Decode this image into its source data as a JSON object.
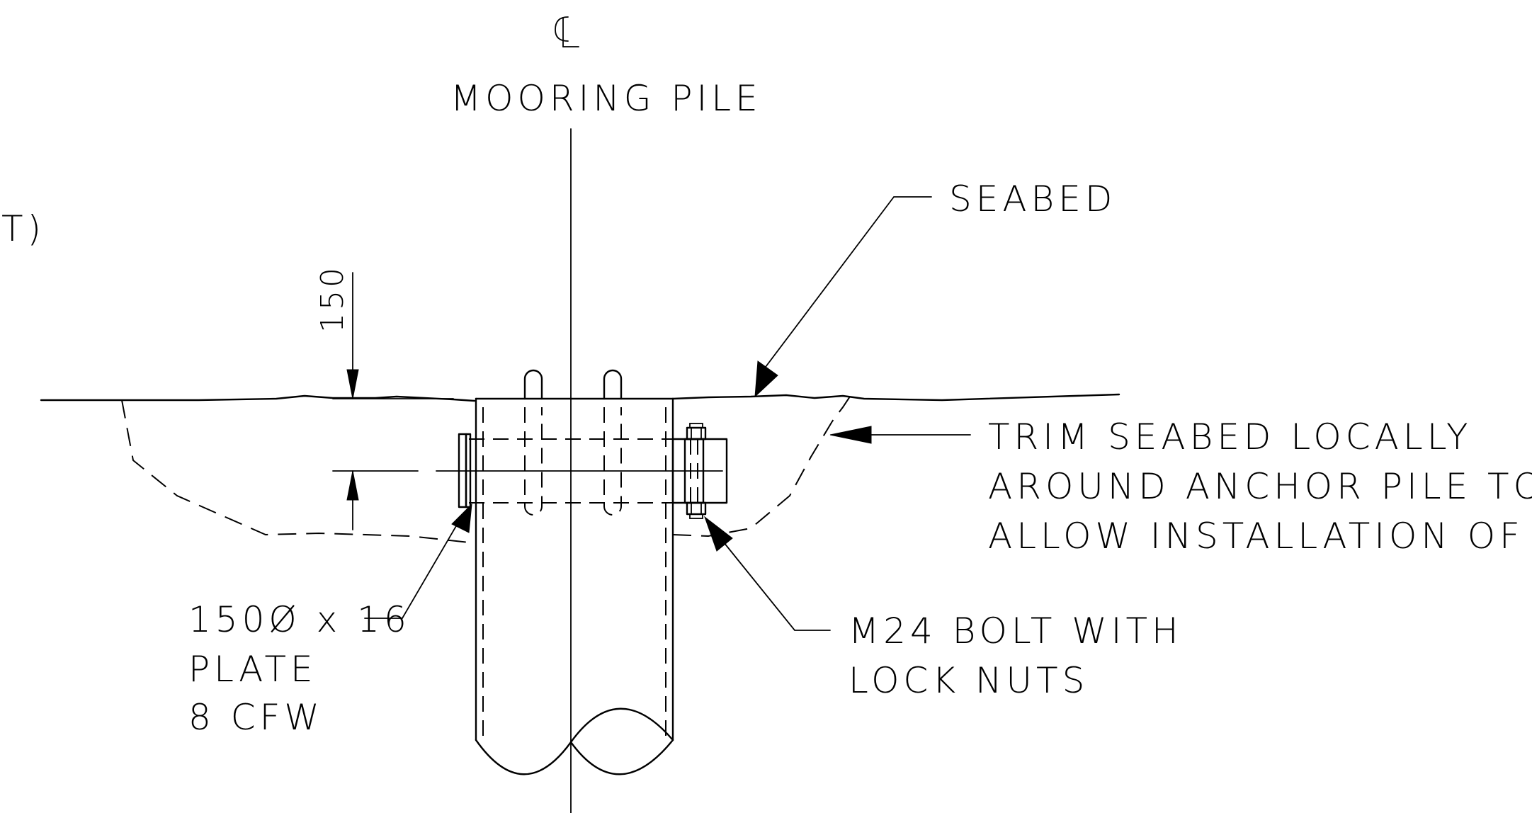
{
  "labels": {
    "centerline_symbol": "℄",
    "mooring_pile": "MOORING PILE",
    "seabed": "SEABED",
    "partial_left": "T)",
    "dimension_150": "150",
    "trim_line1": "TRIM SEABED LOCALLY",
    "trim_line2": "AROUND ANCHOR PILE TO",
    "trim_line3": "ALLOW INSTALLATION OF PIN",
    "plate_line1": "150Ø x 16",
    "plate_line2": "PLATE",
    "plate_line3": "8 CFW",
    "bolt_line1": "M24 BOLT WITH",
    "bolt_line2": "LOCK NUTS"
  }
}
